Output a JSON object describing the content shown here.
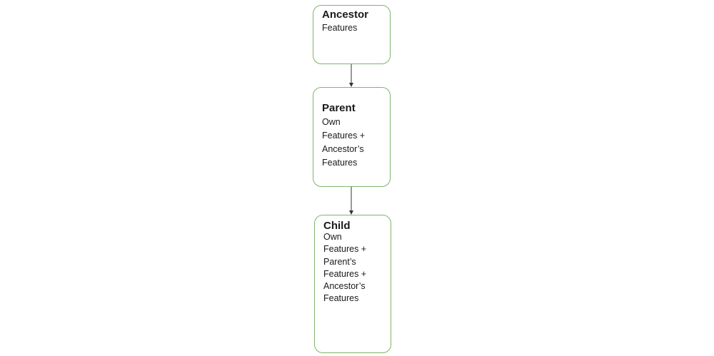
{
  "nodes": {
    "ancestor": {
      "title": "Ancestor",
      "lines": [
        "Features"
      ]
    },
    "parent": {
      "title": "Parent",
      "lines": [
        "Own",
        "Features +",
        "Ancestor’s",
        "Features"
      ]
    },
    "child": {
      "title": "Child",
      "lines": [
        "Own",
        "Features +",
        "Parent’s",
        "Features +",
        "Ancestor’s",
        "Features"
      ]
    }
  },
  "colors": {
    "node_border": "#7fb46a",
    "connector": "#333333"
  }
}
